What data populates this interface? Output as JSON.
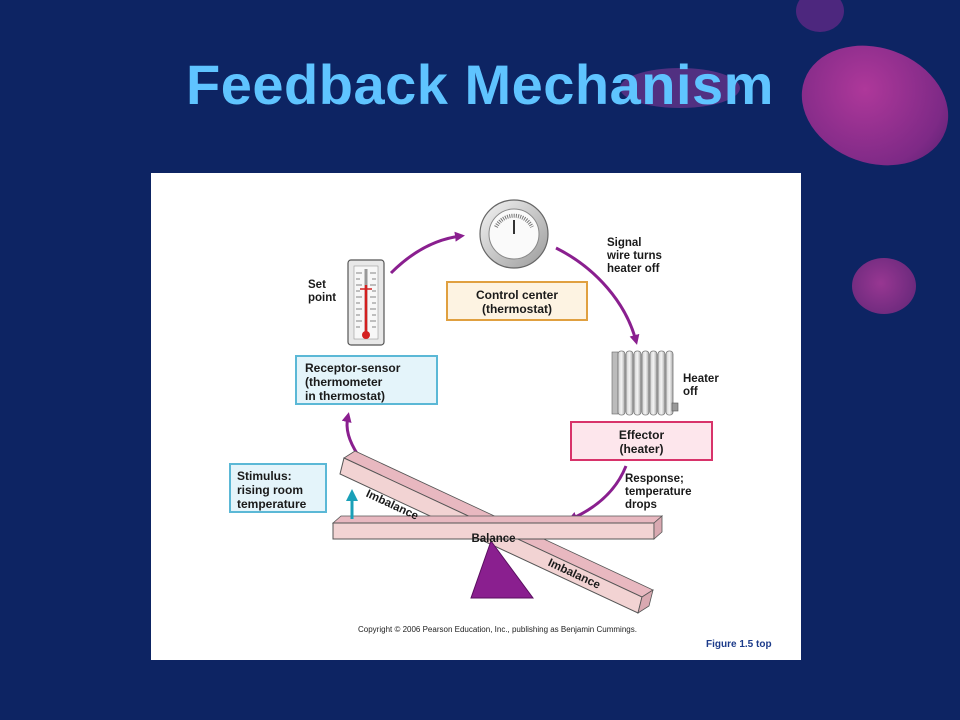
{
  "slide": {
    "title": "Feedback Mechanism"
  },
  "diagram": {
    "set_point_label": "Set\npoint",
    "receptor_box": "Receptor-sensor\n(thermometer\nin thermostat)",
    "control_box": "Control center\n(thermostat)",
    "signal_label": "Signal\nwire turns\nheater off",
    "heater_label": "Heater\noff",
    "effector_box": "Effector\n(heater)",
    "response_label": "Response;\ntemperature\ndrops",
    "stimulus_box": "Stimulus:\nrising room\ntemperature",
    "balance_label": "Balance",
    "imbalance_top_label": "Imbalance",
    "imbalance_bottom_label": "Imbalance",
    "copyright": "Copyright © 2006 Pearson Education, Inc., publishing as Benjamin Cummings.",
    "figure_ref": "Figure 1.5 top"
  },
  "colors": {
    "background": "#0d2463",
    "title": "#5fc4ff",
    "arrow_purple": "#8a1f8f",
    "receptor_border": "#5bb8d6",
    "receptor_fill": "#e4f4fa",
    "control_border": "#e0a040",
    "control_fill": "#fdf3e2",
    "effector_border": "#d8336a",
    "effector_fill": "#fde6ec",
    "stimulus_border": "#5bb8d6",
    "stimulus_fill": "#e4f4fa",
    "beam_fill": "#f2d3d3",
    "fulcrum": "#8a1f8f",
    "stimulus_arrow": "#1aa0b8"
  },
  "icons": [
    "thermometer-icon",
    "thermostat-dial-icon",
    "radiator-icon"
  ]
}
